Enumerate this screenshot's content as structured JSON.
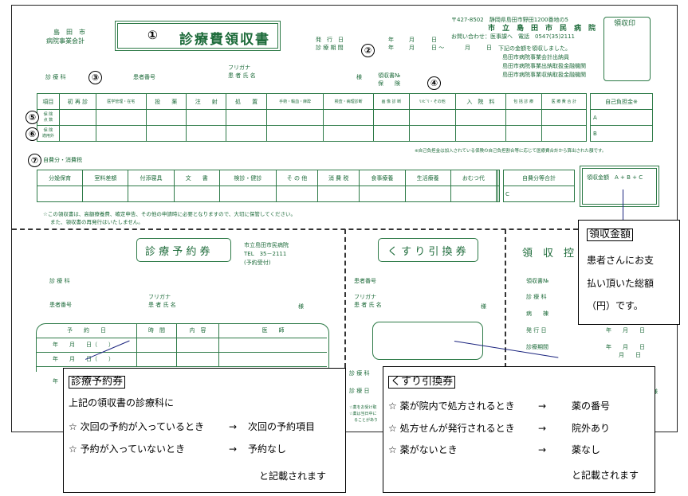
{
  "header": {
    "hospital_left_1": "島　田　市",
    "hospital_left_2": "病院事業会計",
    "title": "診療費領収書",
    "issue_date_label": "発　行　日",
    "period_label": "診 療 期 間",
    "year": "年",
    "month": "月",
    "day": "日",
    "day_range": "日 ～",
    "address": "〒427-8502　静岡県島田市野田1200番地の5",
    "hospital_name": "市　立　島　田　市　民　病　院",
    "contact": "お問い合わせ：医事課へ　電話　0547(35)2111",
    "agency_note": "下記の金額を領収しました。",
    "agency_1": "島田市病院事業会計出納員",
    "agency_2": "島田市病院事業出納取扱金融機関",
    "agency_3": "島田市病院事業収納取扱金融機関",
    "stamp_label": "領収印",
    "dept_label": "診 療 科",
    "patient_no_label": "患者番号",
    "furigana_label": "フリガナ",
    "patient_name_label": "患 者 氏 名",
    "sama": "様",
    "receipt_no_label": "領収書№",
    "insurance_label": "保　　険"
  },
  "markers": [
    "①",
    "②",
    "③",
    "④",
    "⑤",
    "⑥",
    "⑦"
  ],
  "insurance_table": {
    "headers": [
      "項目",
      "初 再 診",
      "医学管理・在宅",
      "投　　薬",
      "注　　射",
      "処　　置",
      "手術・輸血・麻酔",
      "検査・病理診断",
      "画 像 診 断",
      "ﾘﾊﾋﾞﾘ・その他",
      "入　院　料",
      "包 括 診 療",
      "医 療 費 合 計"
    ],
    "row_labels": [
      "保 険\n点 数",
      "保 険\n適用外"
    ],
    "self_pay_header": "自己負担金※",
    "self_pay_cells": [
      "A",
      "B"
    ],
    "note": "※自己負担金は加入されている保険の自己負担割合等に応じて医療費合計から算出された額です。"
  },
  "self_table": {
    "label": "自費分・消費税",
    "headers": [
      "分娩保育",
      "室料差額",
      "付添寝具",
      "文　　書",
      "検診・健診",
      "そ の 他",
      "消 費 税",
      "食事療養",
      "生活療養",
      "おむつ代",
      "",
      ""
    ],
    "total_header": "自費分等合計",
    "total_cell": "C",
    "received_label": "領収金額　A + B + C",
    "note_1": "☆この領収書は、高額療養費、確定申告、その他の申請時に必要となりますので、大切に保管してください。",
    "note_2": "また、領収書の再発行はいたしません。"
  },
  "reservation": {
    "title": "診 療 予 約 券",
    "hospital": "市立島田市民病院",
    "tel": "TEL　35－2111",
    "reception": "(予約受付)",
    "dept_label": "診 療 科",
    "furigana_label": "フリガナ",
    "patient_no_label": "患者番号",
    "patient_name_label": "患 者 氏 名",
    "sama": "様",
    "cols": [
      "予　　約　　日",
      "時　間",
      "内　容",
      "医　　師"
    ],
    "row_1": "年　　月　　日（　　）",
    "row_2": "年　　月　　日（　　）",
    "row_3": "年"
  },
  "medicine": {
    "title": "く す り 引 換 券",
    "patient_no_label": "患者番号",
    "furigana_label": "フリガナ",
    "patient_name_label": "患 者 氏 名",
    "sama": "様",
    "dept_label": "診 療 科",
    "date_label": "診 療 日",
    "note_1": "☆薬をお受け取",
    "note_2": "☆薬は当日中に",
    "note_3": "ることがあり"
  },
  "stub": {
    "title": "領　収　控",
    "receipt_no": "領収書№",
    "dept": "診 療 科",
    "ward": "病　　棟",
    "issue": "発 行 日",
    "period": "診療期間",
    "ymd": "年　　月　　日",
    "md": "月　　日",
    "suffix": "様"
  },
  "callouts": {
    "amount": {
      "title": "領収金額",
      "lines": [
        "患者さんにお支",
        "払い頂いた総額",
        "（円）です。"
      ]
    },
    "reservation": {
      "title": "診療予約券",
      "intro": "上記の領収書の診療科に",
      "rows": [
        {
          "cond": "☆ 次回の予約が入っているとき",
          "arrow": "→",
          "result": "次回の予約項目"
        },
        {
          "cond": "☆ 予約が入っていないとき",
          "arrow": "→",
          "result": "予約なし"
        }
      ],
      "footer": "と記載されます"
    },
    "medicine": {
      "title": "くすり引換券",
      "rows": [
        {
          "cond": "☆ 薬が院内で処方されるとき",
          "arrow": "→",
          "result": "薬の番号"
        },
        {
          "cond": "☆ 処方せんが発行されるとき",
          "arrow": "→",
          "result": "院外あり"
        },
        {
          "cond": "☆ 薬がないとき",
          "arrow": "→",
          "result": "薬なし"
        }
      ],
      "footer": "と記載されます"
    }
  }
}
